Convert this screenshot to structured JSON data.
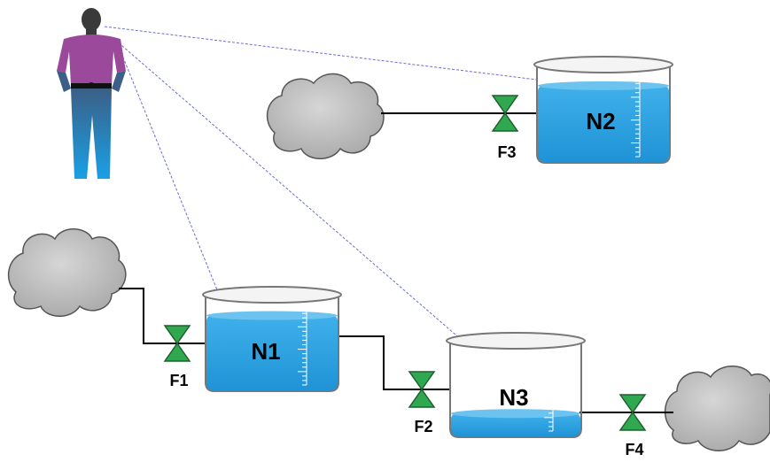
{
  "colors": {
    "water": "#2aa1e2",
    "water_light": "#6cc3ef",
    "valve": "#2fa84f",
    "cloud": "#b9b9b9",
    "pipe": "#000000",
    "sight_line": "#6b6bd6",
    "person_shirt": "#9b4a9b",
    "person_pants": "#2b6ea8"
  },
  "tanks": [
    {
      "id": "N1",
      "label": "N1",
      "level": 0.82
    },
    {
      "id": "N2",
      "label": "N2",
      "level": 0.82
    },
    {
      "id": "N3",
      "label": "N3",
      "level": 0.25
    }
  ],
  "valves": [
    {
      "id": "F1",
      "label": "F1"
    },
    {
      "id": "F2",
      "label": "F2"
    },
    {
      "id": "F3",
      "label": "F3"
    },
    {
      "id": "F4",
      "label": "F4"
    }
  ],
  "icons": [
    "person-icon",
    "cloud-icon",
    "valve-icon",
    "tank-icon"
  ]
}
